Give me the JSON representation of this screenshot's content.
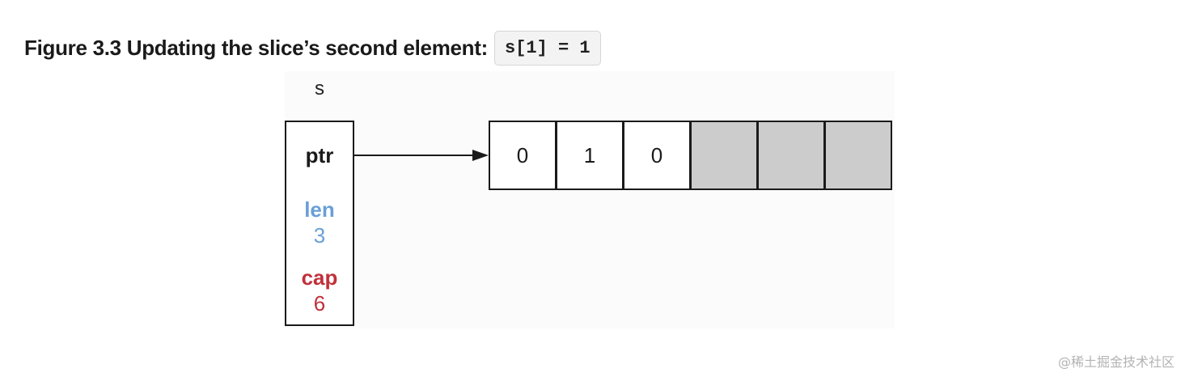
{
  "caption": {
    "text": "Figure 3.3 Updating the slice’s second element:",
    "code": "s[1] = 1"
  },
  "slice": {
    "name": "s",
    "ptr_label": "ptr",
    "len_label": "len",
    "len_value": "3",
    "cap_label": "cap",
    "cap_value": "6"
  },
  "array": {
    "cells": [
      "0",
      "1",
      "0",
      "",
      "",
      ""
    ],
    "length": 3,
    "capacity": 6
  },
  "colors": {
    "len": "#6a9fd8",
    "cap": "#c0303a",
    "unused_cell": "#cccccc",
    "border": "#1a1a1a"
  },
  "watermark": "@稀土掘金技术社区"
}
